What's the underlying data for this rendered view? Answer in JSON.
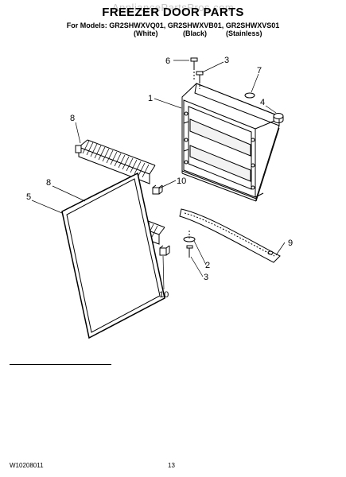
{
  "watermark": "AppliancePartsPros.com",
  "title": "FREEZER DOOR PARTS",
  "models_line": "For Models: GR2SHWXVQ01, GR2SHWXVB01, GR2SHWXVS01",
  "variants": [
    "(White)",
    "(Black)",
    "(Stainless)"
  ],
  "callouts": {
    "c6": "6",
    "c3_top": "3",
    "c7": "7",
    "c1": "1",
    "c4": "4",
    "c8_top": "8",
    "c10_top": "10",
    "c8_low": "8",
    "c5": "5",
    "c9": "9",
    "c2": "2",
    "c3_low": "3",
    "c10_low": "10"
  },
  "footer": {
    "doc_number": "W10208011",
    "page": "13"
  }
}
